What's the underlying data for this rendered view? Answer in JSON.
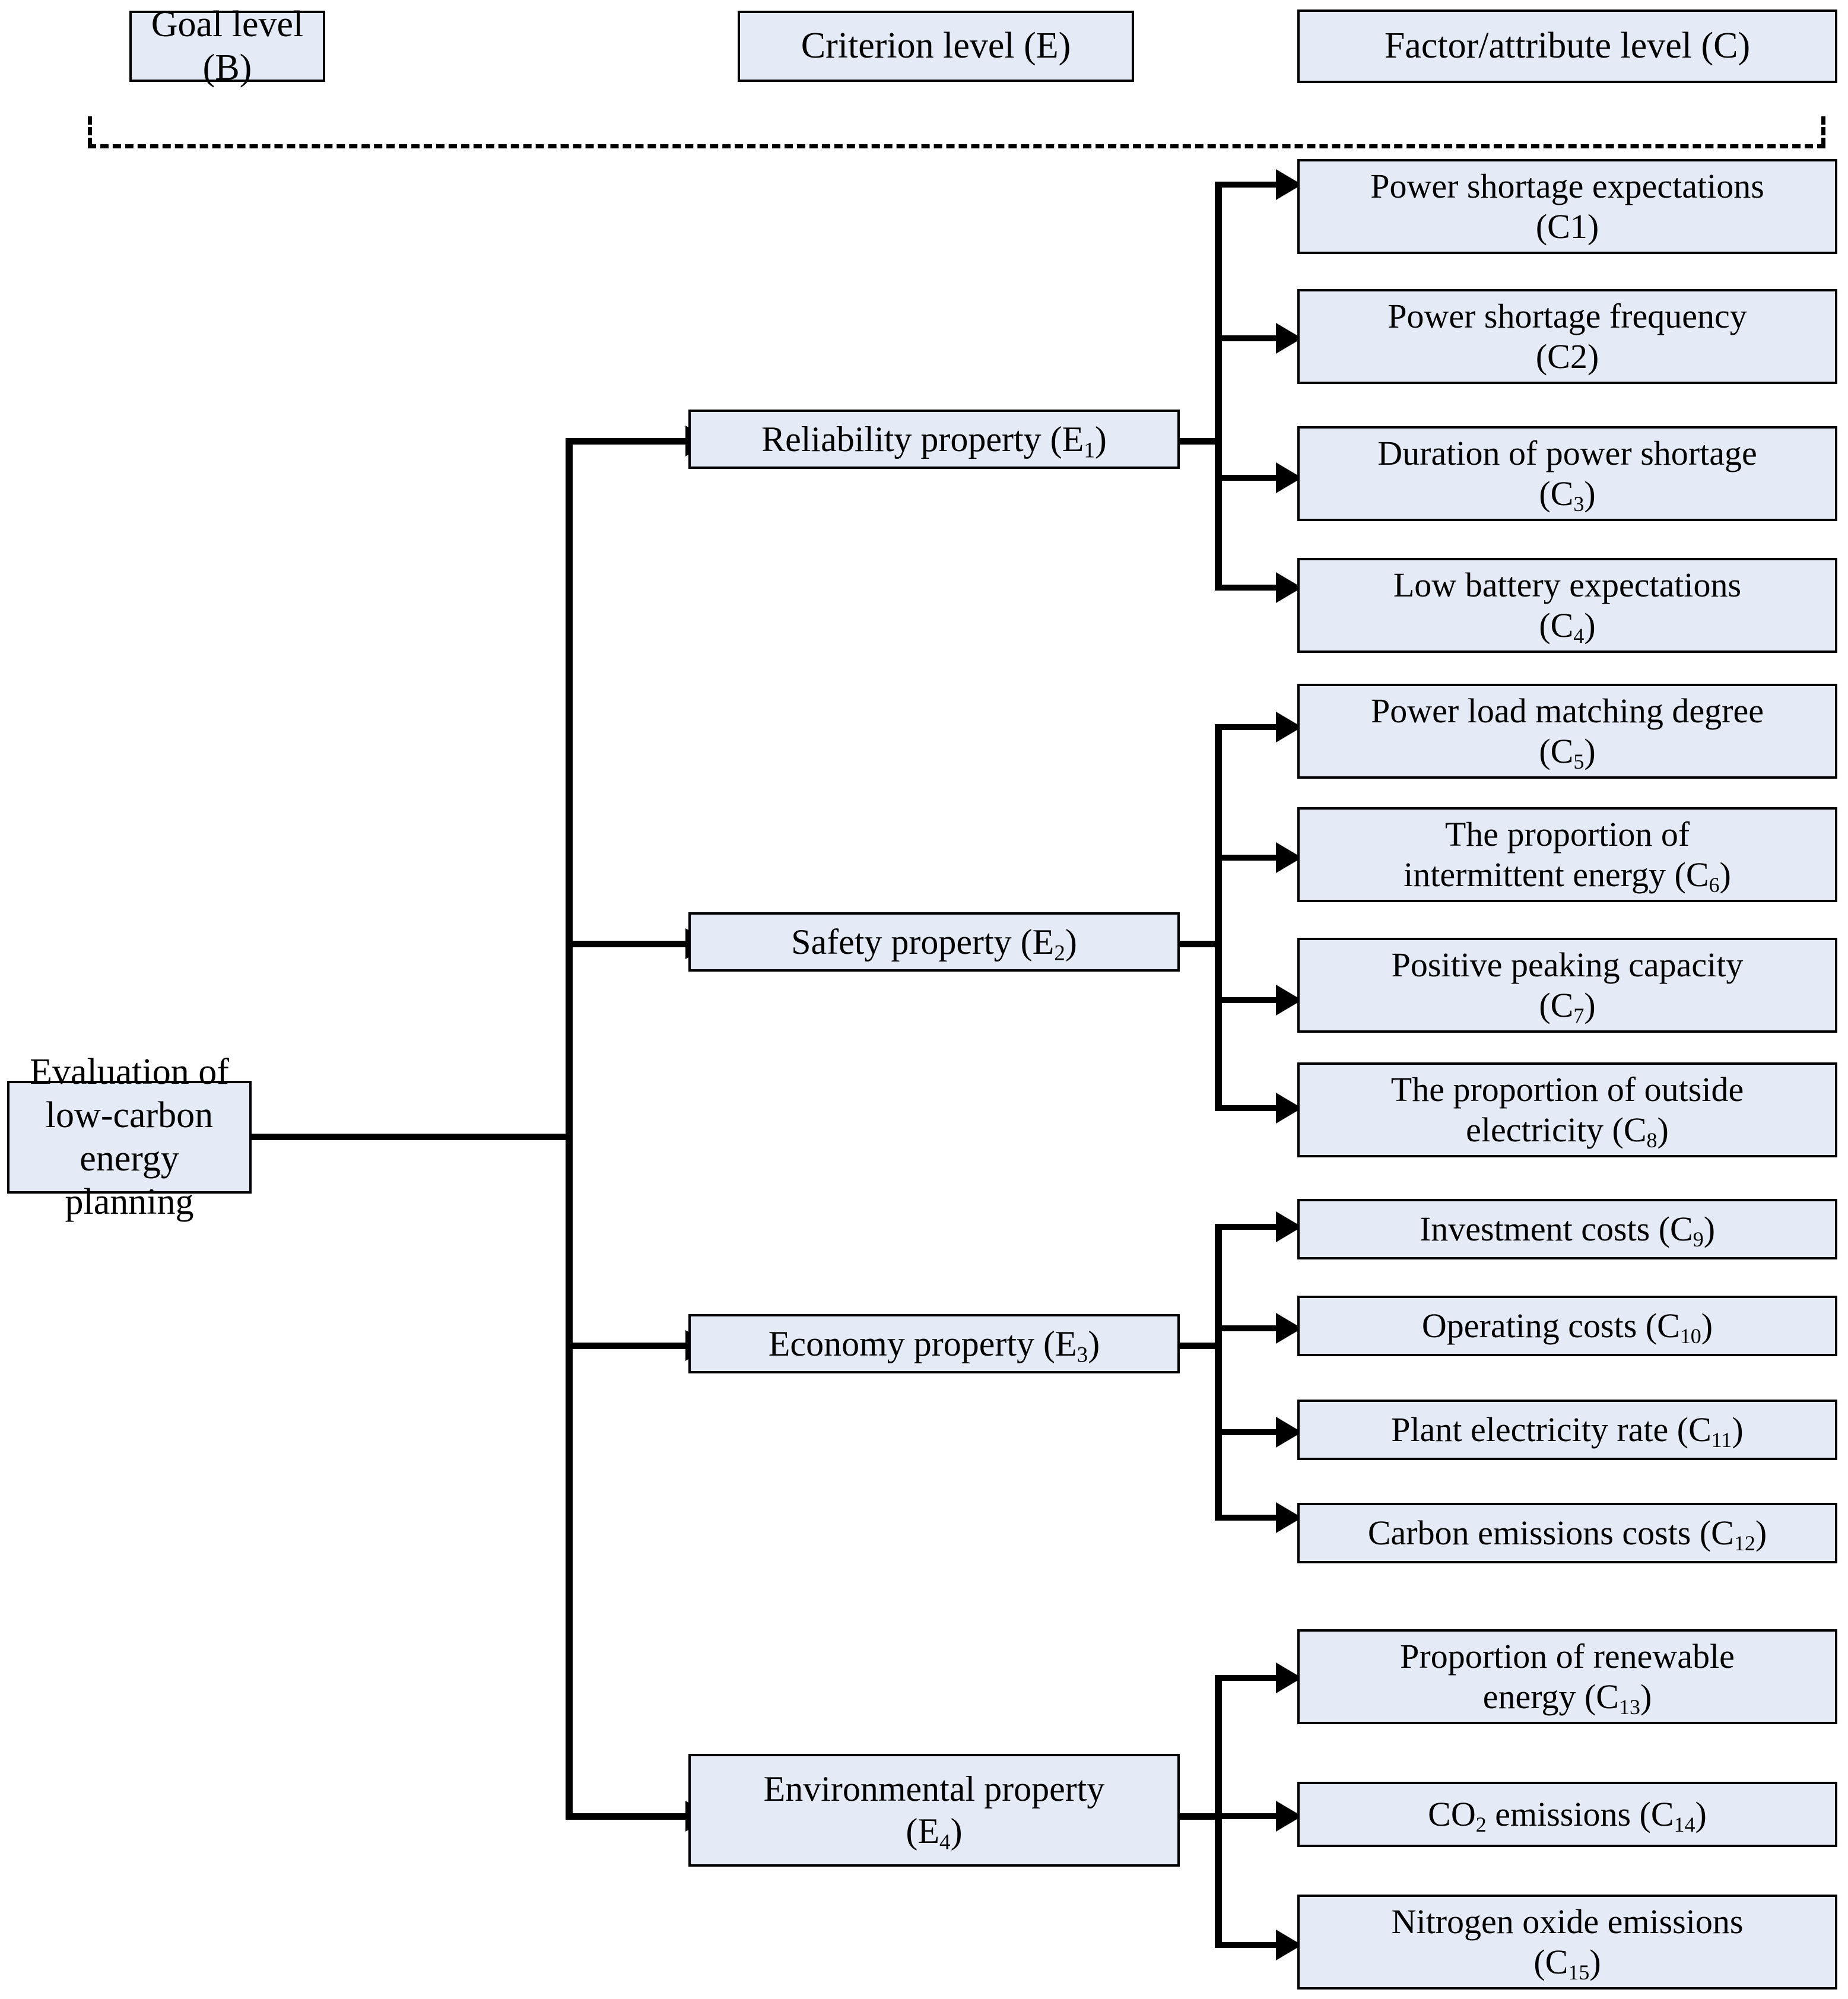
{
  "headers": [
    {
      "id": "goal-level",
      "label": "Goal level (B)"
    },
    {
      "id": "criterion-level",
      "label": "Criterion level (E)"
    },
    {
      "id": "factor-level",
      "label": "Factor/attribute level (C)"
    }
  ],
  "goal": {
    "label_line1": "Evaluation of low-carbon",
    "label_line2": "energy planning"
  },
  "criteria": [
    {
      "id": "E1",
      "name": "Reliability property",
      "code": "E",
      "sub": "1",
      "label": "Reliability property (E1)"
    },
    {
      "id": "E2",
      "name": "Safety property",
      "code": "E",
      "sub": "2",
      "label": "Safety property (E2)"
    },
    {
      "id": "E3",
      "name": "Economy property",
      "code": "E",
      "sub": "3",
      "label": "Economy property (E3)"
    },
    {
      "id": "E4",
      "name": "Environmental property",
      "code": "E",
      "sub": "4",
      "label": "Environmental property (E4)"
    }
  ],
  "factors": [
    {
      "id": "C1",
      "parent": "E1",
      "line1": "Power shortage expectations",
      "line2": "(C1)",
      "code": "C",
      "sub": "",
      "plain": true
    },
    {
      "id": "C2",
      "parent": "E1",
      "line1": "Power shortage frequency",
      "line2": "(C2)",
      "code": "C",
      "sub": "",
      "plain": true
    },
    {
      "id": "C3",
      "parent": "E1",
      "line1": "Duration of power shortage",
      "line2": "(C3)",
      "code": "C",
      "sub": "3",
      "plain": false
    },
    {
      "id": "C4",
      "parent": "E1",
      "line1": "Low battery expectations",
      "line2": "(C4)",
      "code": "C",
      "sub": "4",
      "plain": false
    },
    {
      "id": "C5",
      "parent": "E2",
      "line1": "Power load matching degree",
      "line2": "(C5)",
      "code": "C",
      "sub": "5",
      "plain": false
    },
    {
      "id": "C6",
      "parent": "E2",
      "line1": "The proportion of",
      "line2": "intermittent energy (C6)",
      "code": "C",
      "sub": "6",
      "plain": false
    },
    {
      "id": "C7",
      "parent": "E2",
      "line1": "Positive peaking capacity",
      "line2": "(C7)",
      "code": "C",
      "sub": "7",
      "plain": false
    },
    {
      "id": "C8",
      "parent": "E2",
      "line1": "The proportion of outside",
      "line2": "electricity (C8)",
      "code": "C",
      "sub": "8",
      "plain": false
    },
    {
      "id": "C9",
      "parent": "E3",
      "line1": "Investment costs (C9)",
      "line2": "",
      "code": "C",
      "sub": "9",
      "plain": false
    },
    {
      "id": "C10",
      "parent": "E3",
      "line1": "Operating costs (C10)",
      "line2": "",
      "code": "C",
      "sub": "10",
      "plain": false
    },
    {
      "id": "C11",
      "parent": "E3",
      "line1": "Plant electricity rate (C11)",
      "line2": "",
      "code": "C",
      "sub": "11",
      "plain": false
    },
    {
      "id": "C12",
      "parent": "E3",
      "line1": "Carbon emissions costs (C12)",
      "line2": "",
      "code": "C",
      "sub": "12",
      "plain": false
    },
    {
      "id": "C13",
      "parent": "E4",
      "line1": "Proportion of renewable",
      "line2": "energy (C13)",
      "code": "C",
      "sub": "13",
      "plain": false
    },
    {
      "id": "C14",
      "parent": "E4",
      "line1": "CO2 emissions (C14)",
      "line2": "",
      "code": "C",
      "sub": "14",
      "plain": false
    },
    {
      "id": "C15",
      "parent": "E4",
      "line1": "Nitrogen oxide emissions",
      "line2": "(C15)",
      "code": "C",
      "sub": "15",
      "plain": false
    }
  ],
  "colors": {
    "box_fill": "#e4ebf6",
    "box_border": "#000000",
    "connector": "#000000",
    "background": "#ffffff"
  }
}
